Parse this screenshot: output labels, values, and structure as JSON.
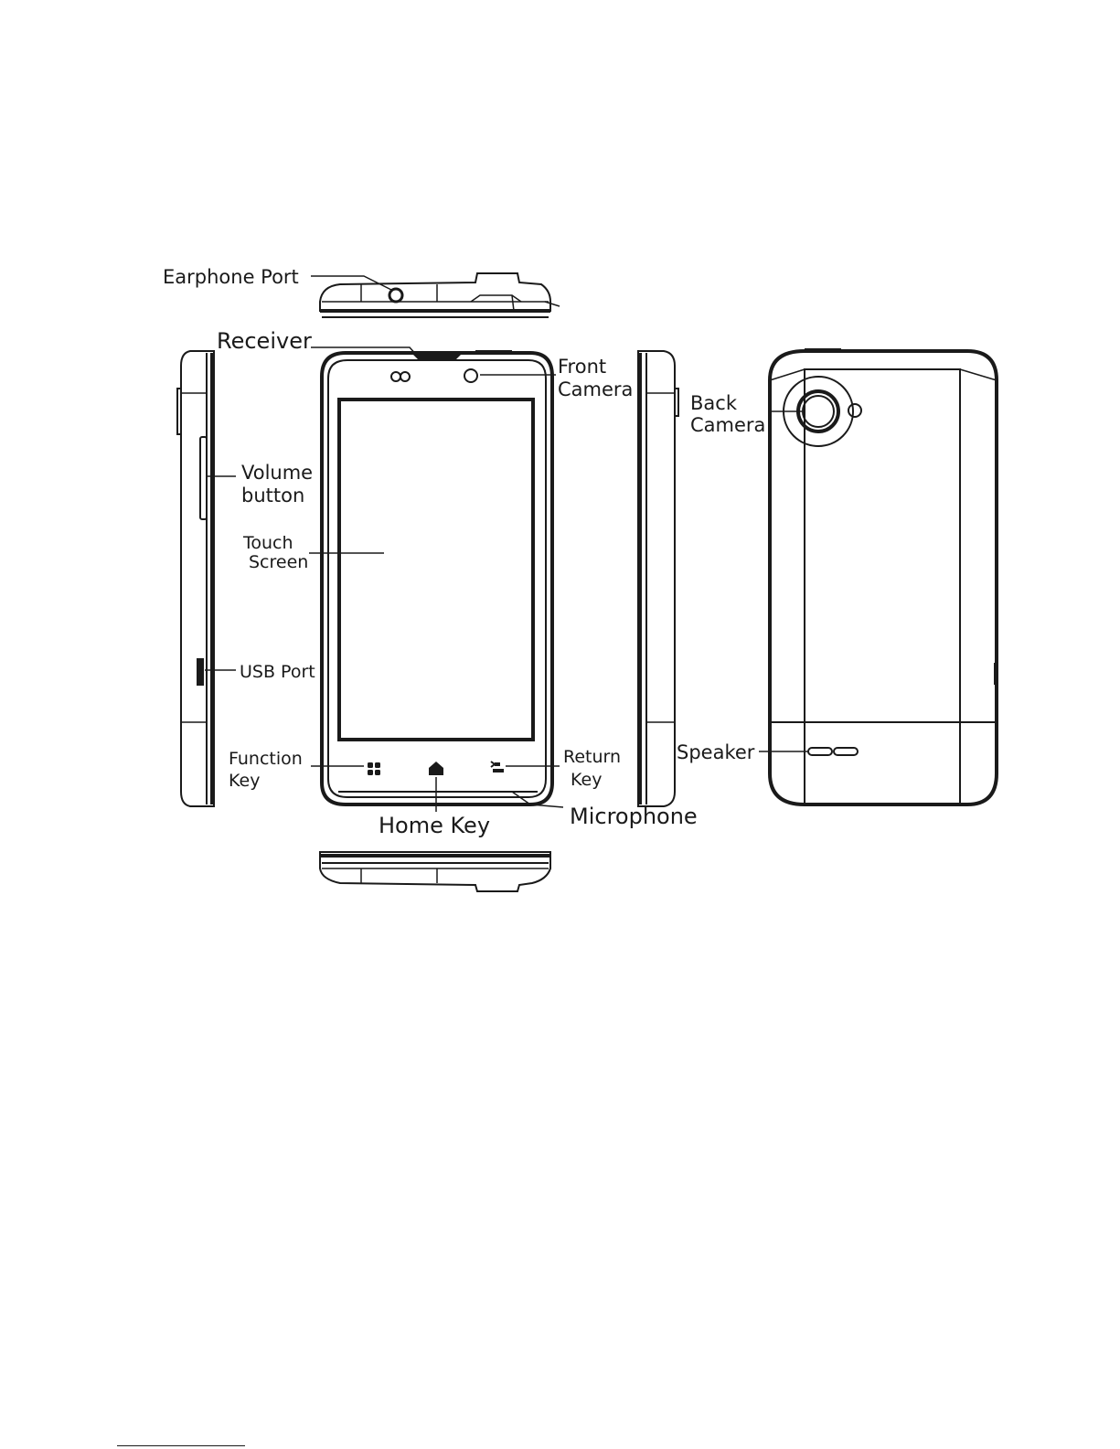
{
  "labels": {
    "earphone_port": "Earphone  Port",
    "receiver": "Receiver",
    "front_camera": [
      "Front",
      "Camera"
    ],
    "back_camera": [
      "Back",
      "Camera"
    ],
    "volume_button": [
      "Volume",
      "button"
    ],
    "touch_screen": [
      "Touch",
      "Screen"
    ],
    "usb_port": "USB Port",
    "function_key": [
      "Function",
      "Key"
    ],
    "home_key": "Home Key",
    "return_key": [
      "Return",
      "Key"
    ],
    "microphone": "Microphone",
    "speaker": "Speaker"
  },
  "icons": {
    "front_logo": "infinity-logo-icon",
    "function_key": "function-key-icon",
    "home_key": "home-key-icon",
    "return_key": "return-key-icon"
  },
  "colors": {
    "ink": "#1a1a1a",
    "paper": "#ffffff"
  }
}
